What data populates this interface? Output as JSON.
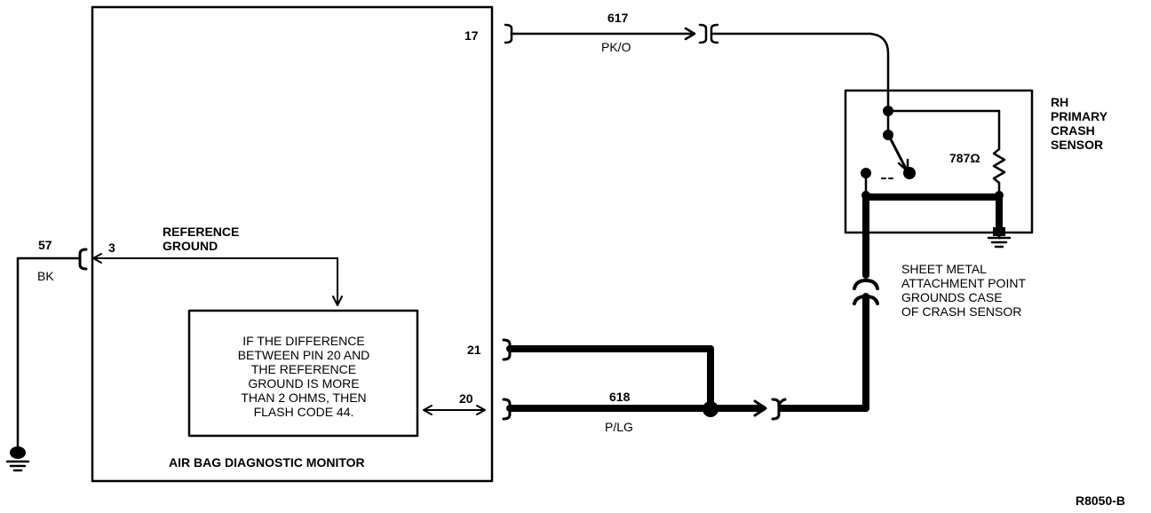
{
  "monitor": {
    "title": "AIR BAG DIAGNOSTIC MONITOR",
    "pin_17": "17",
    "pin_21": "21",
    "pin_20": "20",
    "pin_3": "3",
    "reference_ground": "REFERENCE\nGROUND",
    "note": "IF THE DIFFERENCE\nBETWEEN PIN 20 AND\nTHE REFERENCE\nGROUND IS MORE\nTHAN 2 OHMS, THEN\nFLASH CODE 44."
  },
  "wires": {
    "w617_number": "617",
    "w617_color": "PK/O",
    "w618_number": "618",
    "w618_color": "P/LG",
    "w57_number": "57",
    "w57_color": "BK"
  },
  "sensor": {
    "title": "RH\nPRIMARY\nCRASH\nSENSOR",
    "resistor": "787Ω",
    "attachment_note": "SHEET METAL\nATTACHMENT POINT\nGROUNDS CASE\nOF CRASH SENSOR"
  },
  "figure_id": "R8050-B"
}
